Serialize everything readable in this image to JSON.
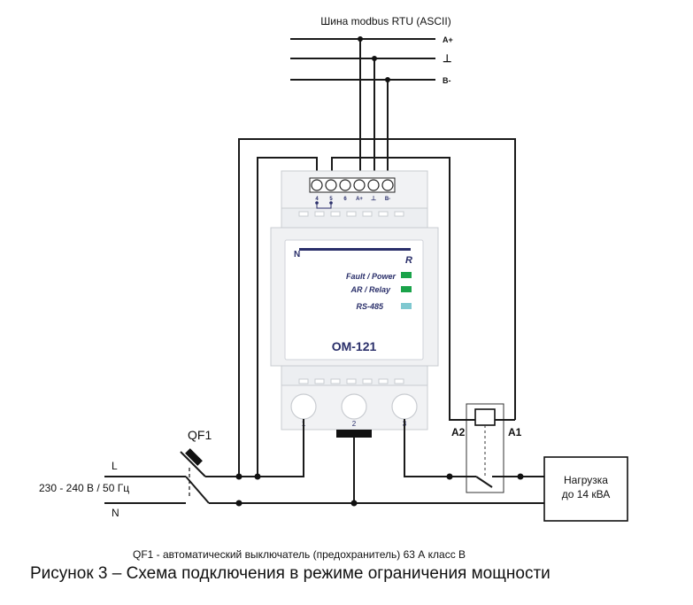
{
  "bus": {
    "title": "Шина modbus RTU (ASCII)",
    "line_a": "A+",
    "line_gnd": "⊥",
    "line_b": "B-"
  },
  "device": {
    "model": "OM-121",
    "logo": "N",
    "corner_mark": "R",
    "indicators": [
      {
        "label": "Fault / Power",
        "color": "#1aa34a"
      },
      {
        "label": "AR / Relay",
        "color": "#1aa34a"
      },
      {
        "label": "RS-485",
        "color": "#7fc8d0"
      }
    ],
    "top_terminals": [
      "4",
      "5",
      "6",
      "A+",
      "⊥",
      "B-"
    ],
    "bottom_terminals": [
      "1",
      "2",
      "3"
    ]
  },
  "breaker": {
    "name": "QF1",
    "line_l": "L",
    "line_n": "N",
    "supply": "230 - 240 В / 50 Гц"
  },
  "contactor": {
    "coil_left": "A2",
    "coil_right": "A1"
  },
  "load": {
    "line1": "Нагрузка",
    "line2": "до 14 кВА"
  },
  "note": "QF1 - автоматический выключатель (предохранитель) 63 А класс В",
  "caption": "Рисунок 3 – Схема подключения в режиме ограничения мощности"
}
